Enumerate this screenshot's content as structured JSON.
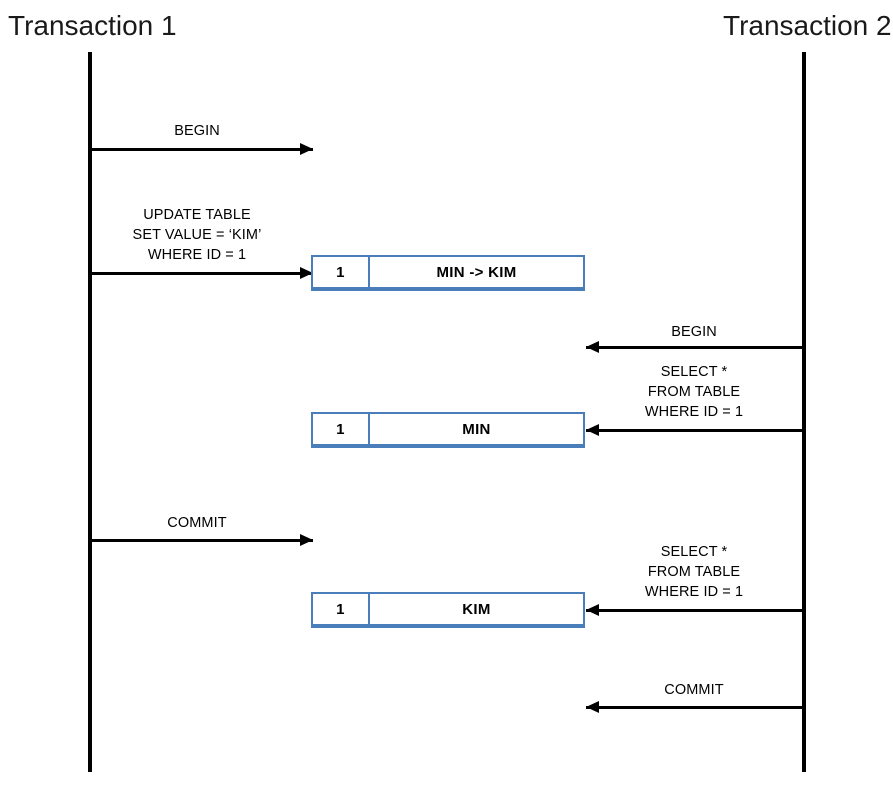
{
  "diagram": {
    "type": "sequence-diagram",
    "topic": "Non-repeatable read transaction isolation",
    "background_color": "#FFFFFF",
    "line_color": "#000000",
    "box_border_color": "#4A7EBB"
  },
  "participants": [
    {
      "id": "t1",
      "label": "Transaction 1"
    },
    {
      "id": "t2",
      "label": "Transaction 2"
    }
  ],
  "messages": [
    {
      "id": "m1",
      "from": "t1",
      "direction": "right",
      "label": "BEGIN"
    },
    {
      "id": "m2",
      "from": "t1",
      "direction": "right",
      "label": "UPDATE TABLE\nSET VALUE = ‘KIM’\nWHERE ID = 1"
    },
    {
      "id": "m3",
      "from": "t2",
      "direction": "left",
      "label": "BEGIN"
    },
    {
      "id": "m4",
      "from": "t2",
      "direction": "left",
      "label": "SELECT *\nFROM TABLE\nWHERE ID = 1"
    },
    {
      "id": "m5",
      "from": "t1",
      "direction": "right",
      "label": "COMMIT"
    },
    {
      "id": "m6",
      "from": "t2",
      "direction": "left",
      "label": "SELECT *\nFROM TABLE\nWHERE ID = 1"
    },
    {
      "id": "m7",
      "from": "t2",
      "direction": "left",
      "label": "COMMIT"
    }
  ],
  "row_states": [
    {
      "id": "state-1",
      "id_cell": "1",
      "value_cell": "MIN -> KIM"
    },
    {
      "id": "state-2",
      "id_cell": "1",
      "value_cell": "MIN"
    },
    {
      "id": "state-3",
      "id_cell": "1",
      "value_cell": "KIM"
    }
  ]
}
